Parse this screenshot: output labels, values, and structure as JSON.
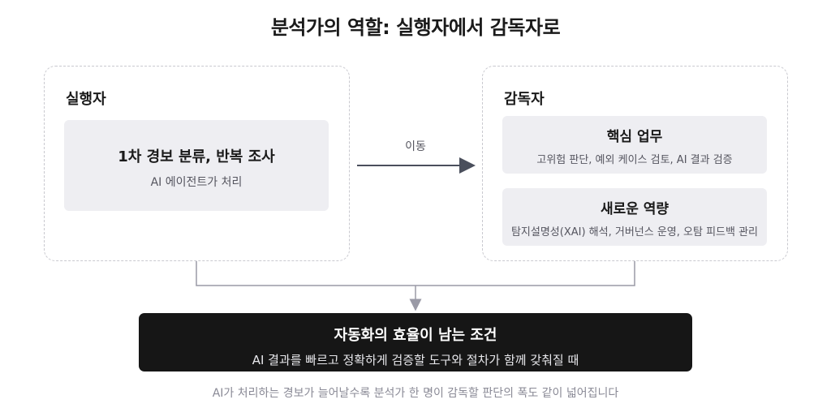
{
  "title": "분석가의 역할: 실행자에서 감독자로",
  "executor": {
    "title": "실행자",
    "card": {
      "title": "1차 경보 분류, 반복 조사",
      "subtitle": "AI 에이전트가 처리"
    }
  },
  "transition": {
    "label": "이동"
  },
  "supervisor": {
    "title": "감독자",
    "cards": [
      {
        "title": "핵심 업무",
        "subtitle": "고위험 판단, 예외 케이스 검토, AI 결과 검증"
      },
      {
        "title": "새로운 역량",
        "subtitle": "탐지설명성(XAI) 해석, 거버넌스 운영, 오탐 피드백 관리"
      }
    ]
  },
  "conclusion": {
    "title": "자동화의 효율이 남는 조건",
    "subtitle": "AI 결과를 빠르고 정확하게 검증할 도구와 절차가 함께 갖춰질 때"
  },
  "footnote": "AI가 처리하는 경보가 늘어날수록 분석가 한 명이 감독할 판단의 폭도 같이 넓어집니다",
  "colors": {
    "panel_border": "#c9c9cf",
    "card_bg": "#eeeef2",
    "connector": "#9a9aa6",
    "arrow": "#4a4f5c",
    "banner_bg": "#161616"
  }
}
